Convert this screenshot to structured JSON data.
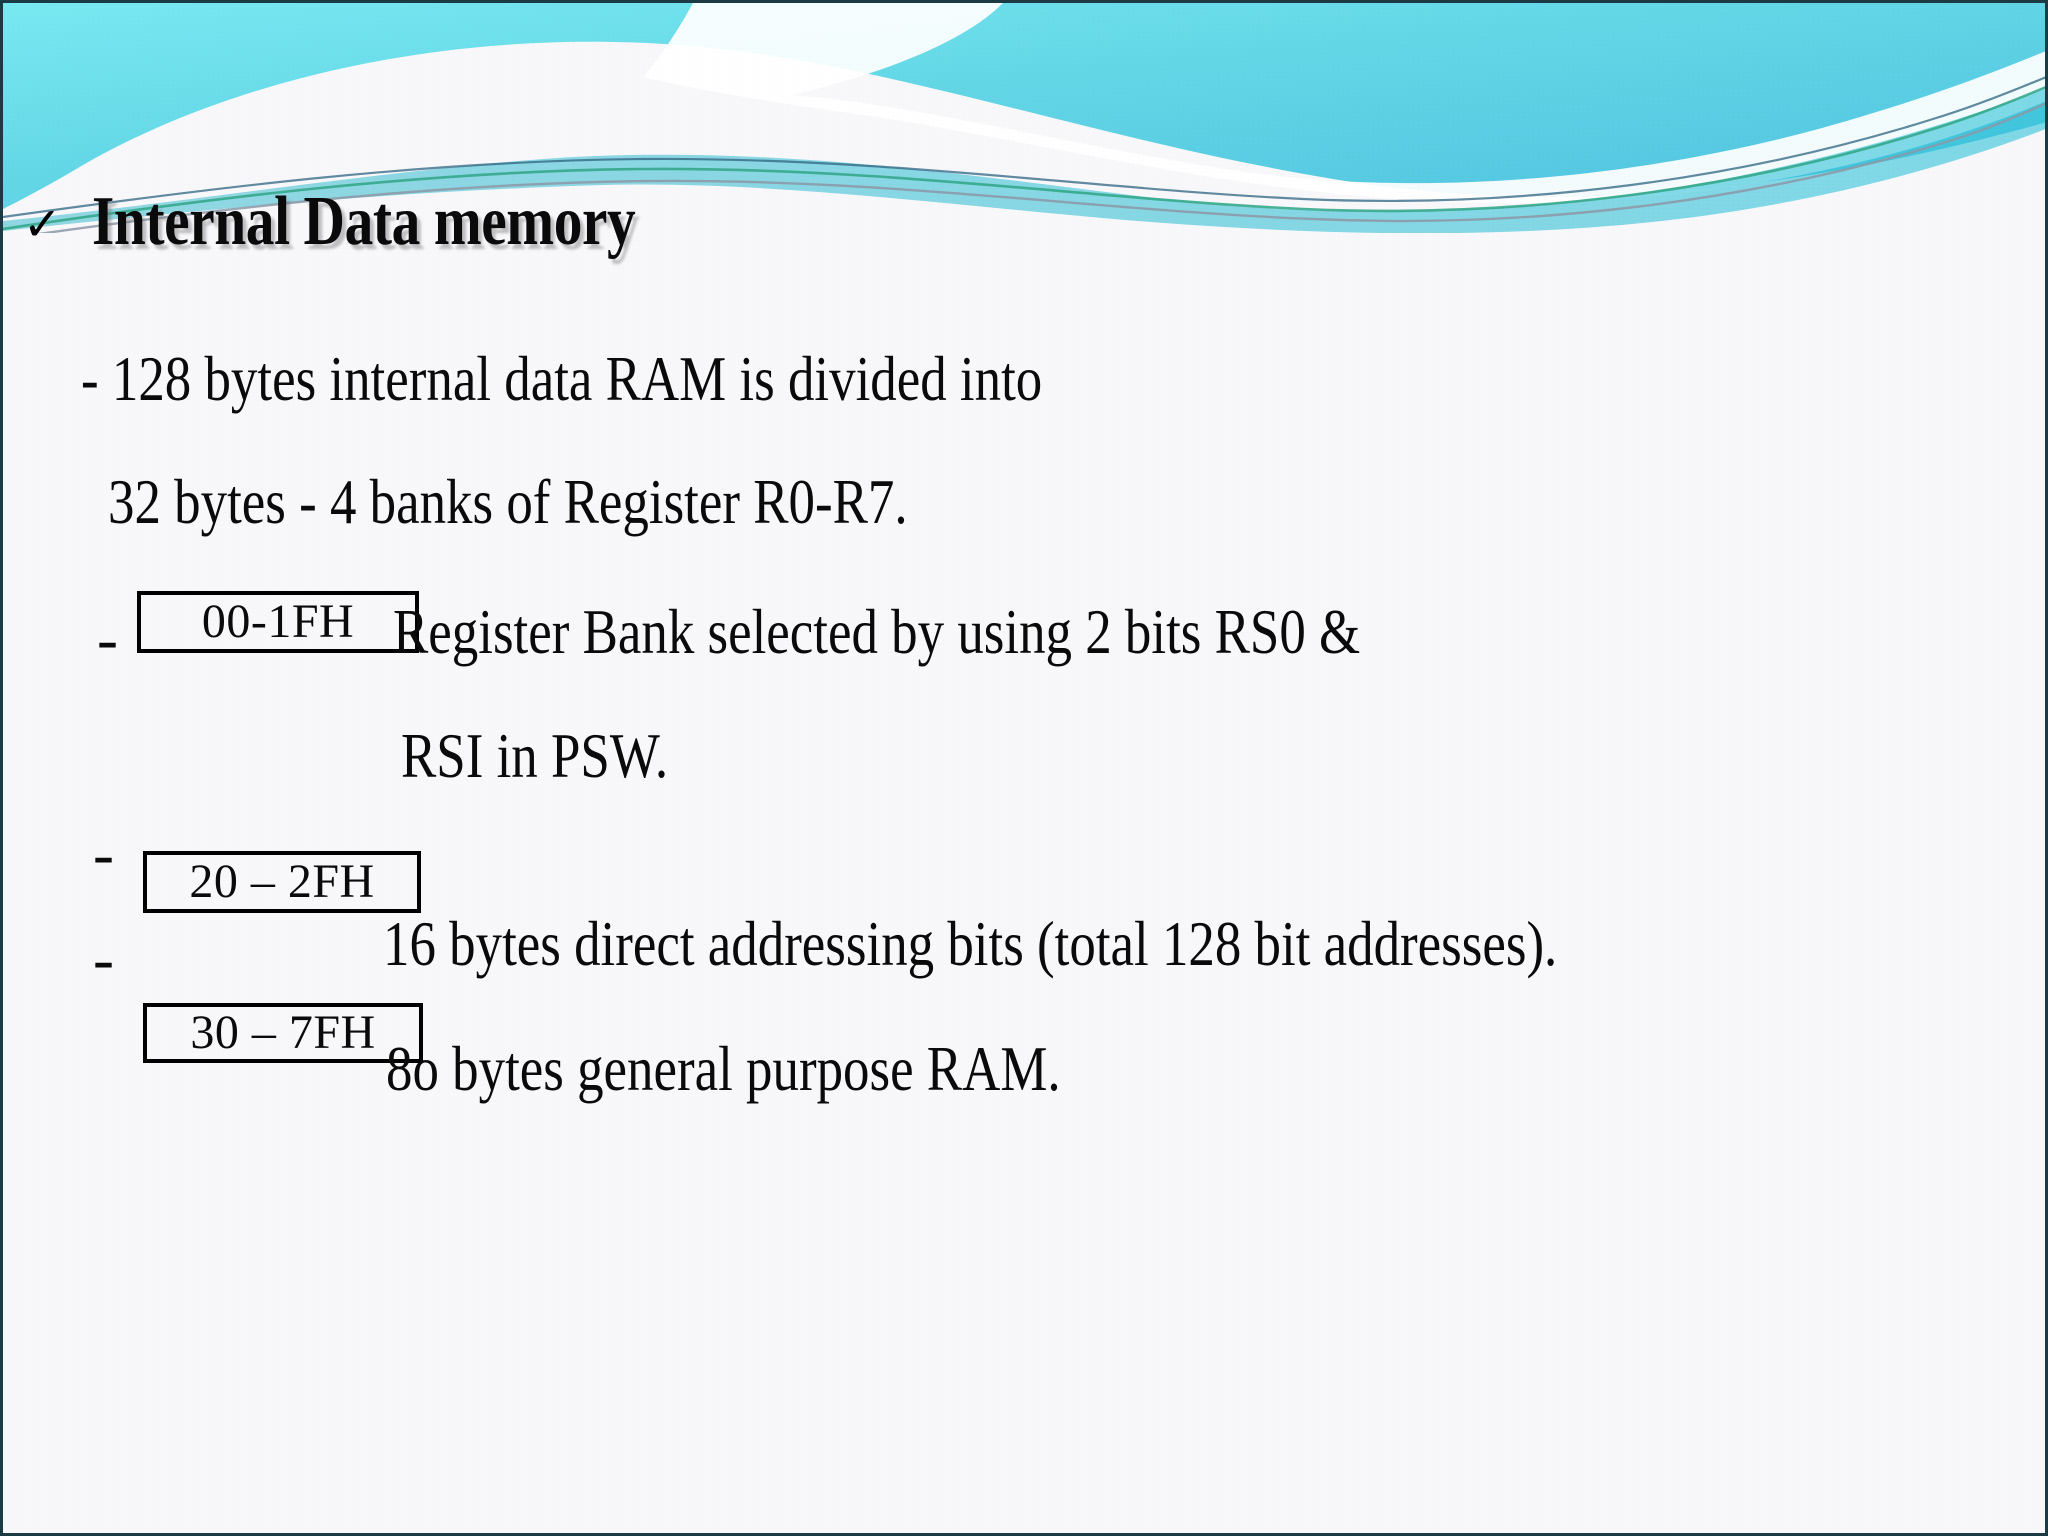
{
  "slide": {
    "bullet_glyph": "✓",
    "title": "Internal Data memory",
    "background_color": "#f8f8fb",
    "border_color": "#1c3a44",
    "accent_cyan": "#6fe0ea",
    "accent_teal": "#35b8cc",
    "accent_green": "#3aa786",
    "accent_gray": "#8b96a3"
  },
  "body": {
    "line1": "- 128 bytes  internal data RAM is divided into",
    "line2": "32 bytes - 4 banks of Register R0-R7.",
    "line3": "Register Bank selected by using 2 bits RS0 &",
    "line4": "RSI in PSW.",
    "line5": "16 bytes direct addressing bits (total 128 bit addresses).",
    "line6": "8o bytes general purpose RAM.",
    "dash1": "-",
    "dash2": "-",
    "dash3": "-"
  },
  "address_boxes": [
    {
      "label": "00-1FH"
    },
    {
      "label": "20 – 2FH"
    },
    {
      "label": "30 – 7FH"
    }
  ]
}
